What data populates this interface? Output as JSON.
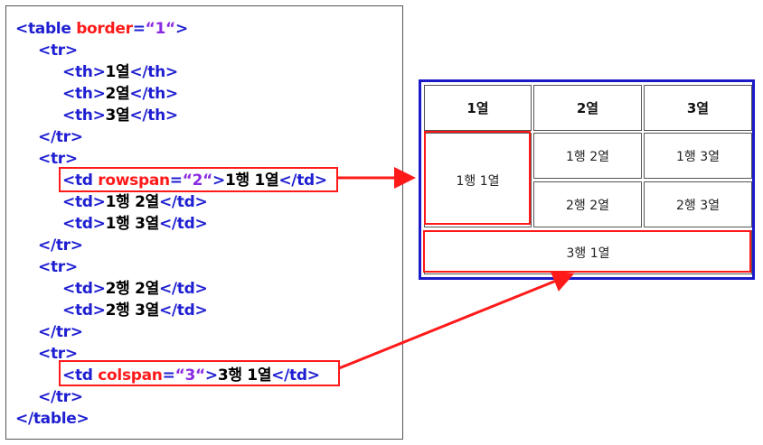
{
  "code": {
    "l1": {
      "tag_open": "<table ",
      "attr": "border",
      "eq": "=",
      "val": "“1“",
      "tag_close": ">"
    },
    "l2": "<tr>",
    "l3": {
      "open": "<th>",
      "text": "1열",
      "close": "</th>"
    },
    "l4": {
      "open": "<th>",
      "text": "2열",
      "close": "</th>"
    },
    "l5": {
      "open": "<th>",
      "text": "3열",
      "close": "</th>"
    },
    "l6": "</tr>",
    "l7": "<tr>",
    "l8": {
      "open": "<td ",
      "attr": "rowspan",
      "eq": "=",
      "val": "“2“",
      "gt": ">",
      "text": "1행 1열",
      "close": "</td>"
    },
    "l9": {
      "open": "<td>",
      "text": "1행 2열",
      "close": "</td>"
    },
    "l10": {
      "open": "<td>",
      "text": "1행 3열",
      "close": "</td>"
    },
    "l11": "</tr>",
    "l12": "<tr>",
    "l13": {
      "open": "<td>",
      "text": "2행 2열",
      "close": "</td>"
    },
    "l14": {
      "open": "<td>",
      "text": "2행 3열",
      "close": "</td>"
    },
    "l15": "</tr>",
    "l16": "<tr>",
    "l17": {
      "open": "<td ",
      "attr": "colspan",
      "eq": "=",
      "val": "“3“",
      "gt": ">",
      "text": "3행 1열",
      "close": "</td>"
    },
    "l18": "</tr>",
    "l19": "</table>"
  },
  "table": {
    "headers": [
      "1열",
      "2열",
      "3열"
    ],
    "r1c1": "1행 1열",
    "r1c2": "1행 2열",
    "r1c3": "1행 3열",
    "r2c2": "2행 2열",
    "r2c3": "2행 3열",
    "r3c1": "3행 1열"
  },
  "colors": {
    "tag": "#1e1ed2",
    "attribute": "#ff1a1a",
    "value": "#8a2be2",
    "highlight": "#ff1a1a",
    "table_border": "#1a1ac8"
  }
}
